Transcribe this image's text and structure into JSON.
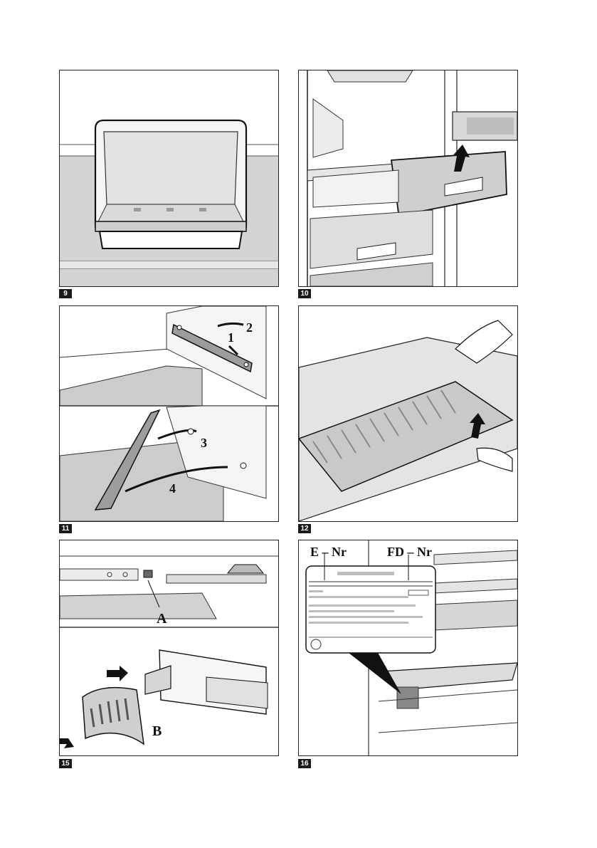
{
  "figures": [
    {
      "number": "9"
    },
    {
      "number": "10"
    },
    {
      "number": "11",
      "callouts": [
        "1",
        "2",
        "3",
        "4"
      ]
    },
    {
      "number": "12"
    },
    {
      "number": "15",
      "callouts": [
        "A",
        "B"
      ]
    },
    {
      "number": "16",
      "callouts": [
        "E – Nr",
        "FD – Nr"
      ]
    }
  ]
}
